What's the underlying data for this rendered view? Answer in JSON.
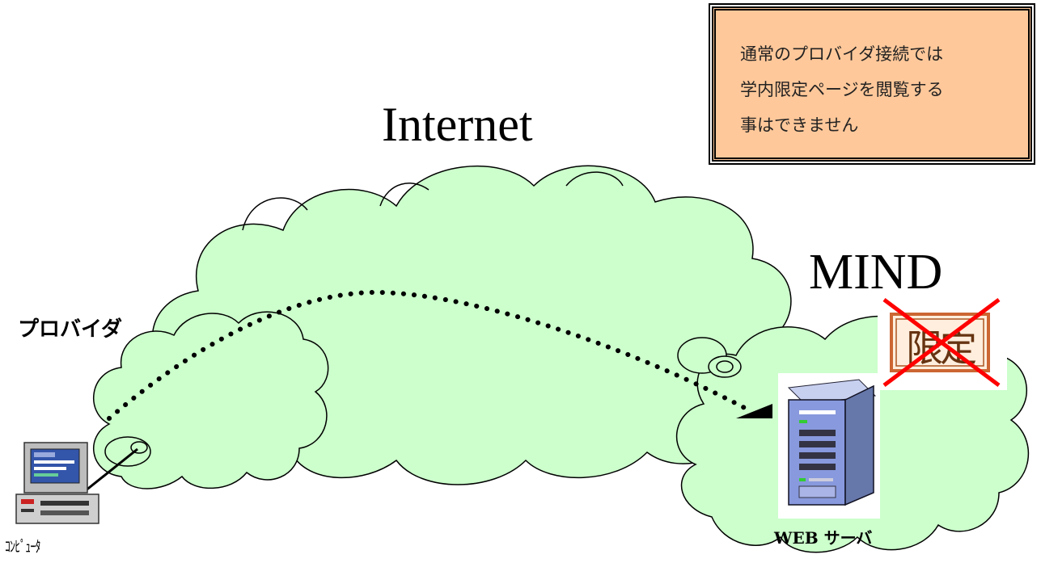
{
  "note": {
    "lines": [
      "通常のプロバイダ接続では",
      "学内限定ページを閲覧する",
      "事はできません"
    ]
  },
  "labels": {
    "internet": "Internet",
    "mind": "MIND",
    "provider": "プロバイダ",
    "web_server": "WEB サーバ",
    "computer": "ｺﾝﾋﾟｭｰﾀ",
    "restricted_sign": "限定"
  },
  "colors": {
    "cloud_fill": "#ccffcc",
    "note_fill": "#ffc89a",
    "cross": "#ff0000",
    "sign_border": "#cc6633"
  },
  "icons": [
    "computer-icon",
    "server-icon",
    "restricted-page-icon",
    "cross-icon",
    "connection-node-icon"
  ]
}
